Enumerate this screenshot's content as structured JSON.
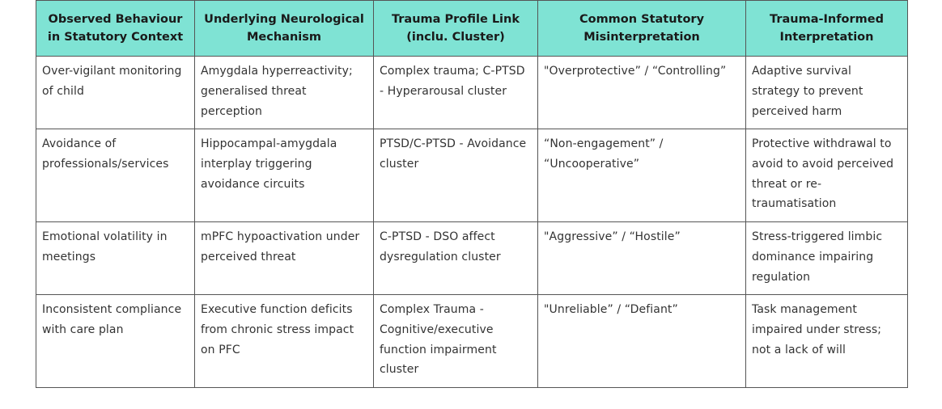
{
  "table": {
    "headers": [
      "Observed Behaviour in Statutory Context",
      "Underlying Neurological Mechanism",
      "Trauma Profile Link (inclu. Cluster)",
      "Common Statutory Misinterpretation",
      "Trauma-Informed Interpretation"
    ],
    "rows": [
      [
        "Over-vigilant monitoring of child",
        "Amygdala hyperreactivity; generalised threat perception",
        "Complex trauma; C-PTSD - Hyperarousal cluster",
        "\"Overprotective” / “Controlling”",
        "Adaptive survival strategy to prevent perceived harm"
      ],
      [
        "Avoidance of professionals/services",
        "Hippocampal-amygdala interplay triggering avoidance circuits",
        "PTSD/C-PTSD - Avoidance cluster",
        "“Non-engagement” / “Uncooperative”",
        "Protective withdrawal to avoid to avoid perceived threat or re-traumatisation"
      ],
      [
        "Emotional volatility in meetings",
        "mPFC hypoactivation under perceived threat",
        "C-PTSD - DSO affect dysregulation cluster",
        "\"Aggressive” / “Hostile”",
        "Stress-triggered limbic dominance impairing regulation"
      ],
      [
        "Inconsistent compliance with care plan",
        "Executive function deficits from chronic stress impact on PFC",
        "Complex Trauma - Cognitive/executive function impairment cluster",
        "\"Unreliable” / “Defiant”",
        "Task management impaired under stress; not a lack of will"
      ]
    ]
  },
  "colors": {
    "header_background": "#7fe3d4",
    "border": "#555555",
    "text": "#333333"
  }
}
